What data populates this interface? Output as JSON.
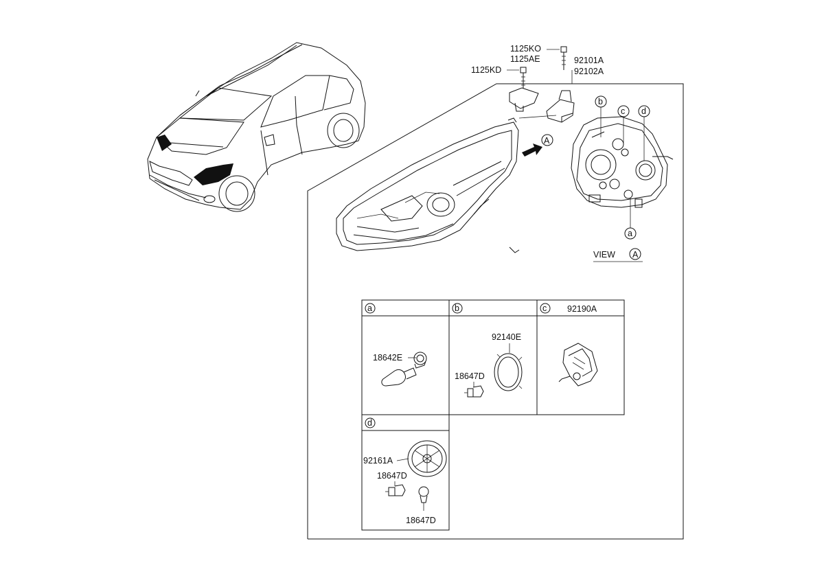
{
  "parts": {
    "p1125KO": "1125KO",
    "p1125AE": "1125AE",
    "p1125KD": "1125KD",
    "p92101A": "92101A",
    "p92102A": "92102A",
    "p18642E": "18642E",
    "p92140E": "92140E",
    "p18647D_b": "18647D",
    "p92190A": "92190A",
    "p92161A": "92161A",
    "p18647D_d1": "18647D",
    "p18647D_d2": "18647D"
  },
  "callouts": {
    "A": "A",
    "A_view": "A",
    "a": "a",
    "b": "b",
    "c": "c",
    "d": "d"
  },
  "view_label": "VIEW",
  "panels": {
    "a": "a",
    "b": "b",
    "c": "c",
    "d": "d"
  }
}
